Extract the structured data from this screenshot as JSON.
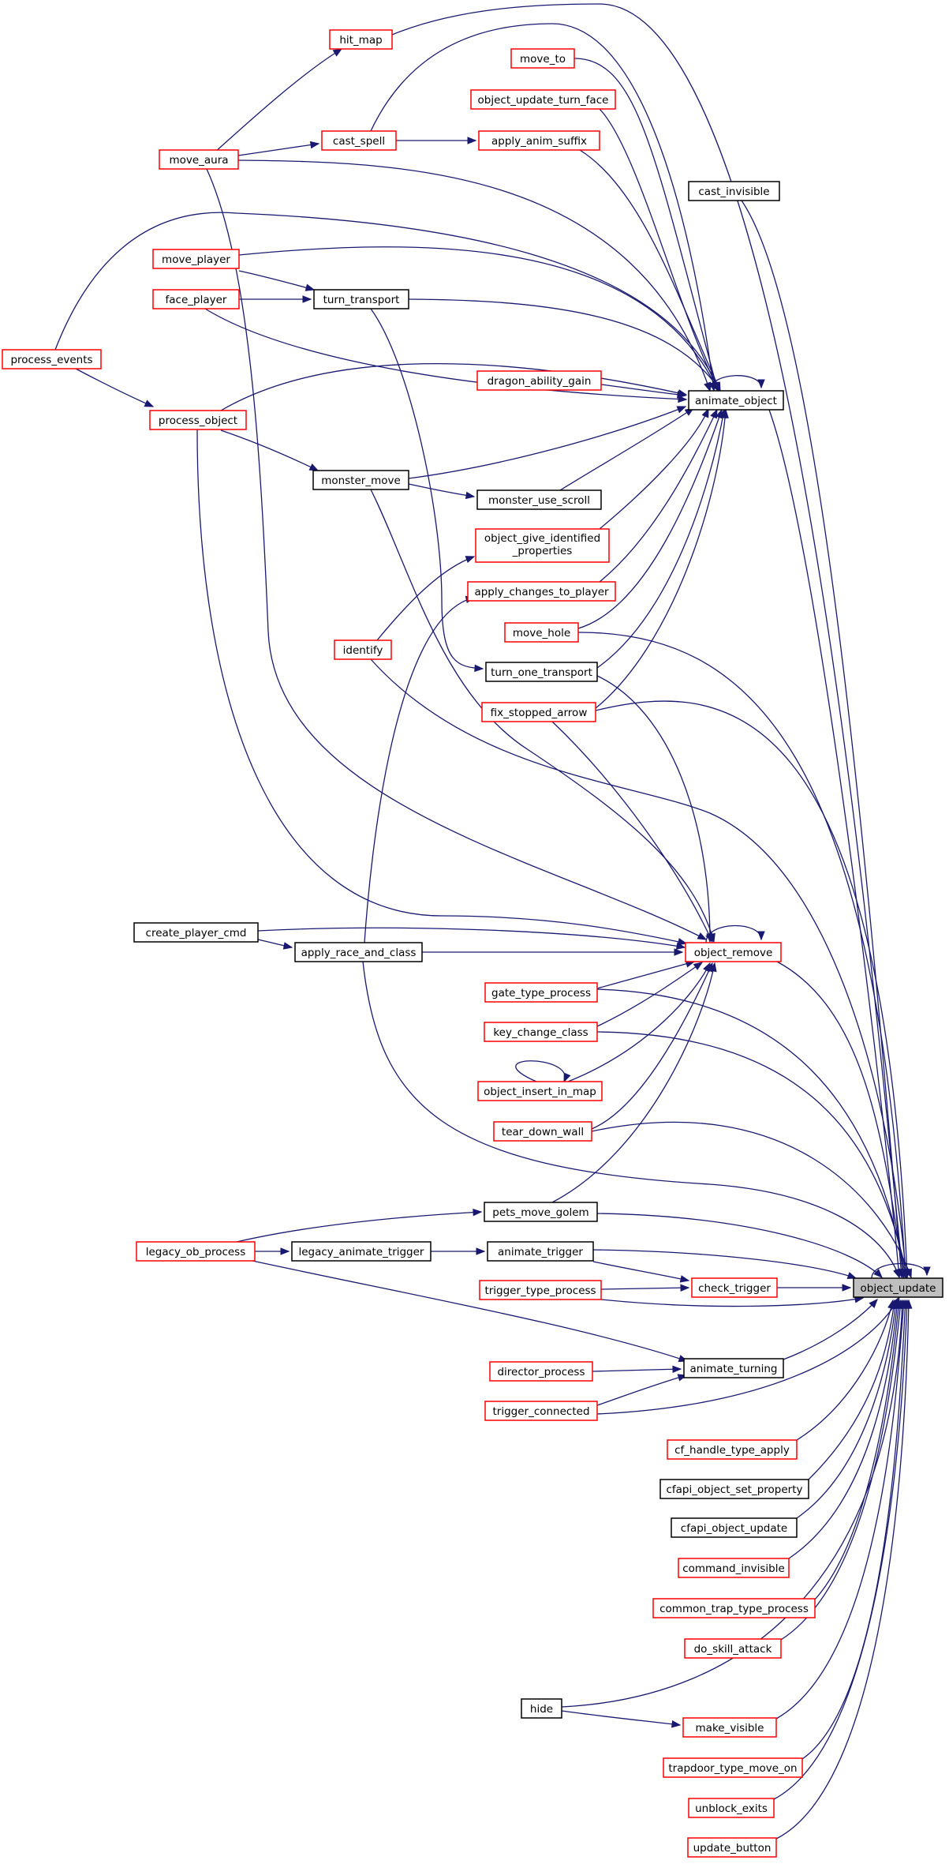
{
  "nodes": [
    {
      "id": "hit_map",
      "lines": [
        "hit_map"
      ],
      "border": "red"
    },
    {
      "id": "move_to",
      "lines": [
        "move_to"
      ],
      "border": "red"
    },
    {
      "id": "object_update_turn_face",
      "lines": [
        "object_update_turn_face"
      ],
      "border": "red"
    },
    {
      "id": "move_aura",
      "lines": [
        "move_aura"
      ],
      "border": "red"
    },
    {
      "id": "cast_spell",
      "lines": [
        "cast_spell"
      ],
      "border": "red"
    },
    {
      "id": "apply_anim_suffix",
      "lines": [
        "apply_anim_suffix"
      ],
      "border": "red"
    },
    {
      "id": "cast_invisible",
      "lines": [
        "cast_invisible"
      ],
      "border": "black"
    },
    {
      "id": "move_player",
      "lines": [
        "move_player"
      ],
      "border": "red"
    },
    {
      "id": "face_player",
      "lines": [
        "face_player"
      ],
      "border": "red"
    },
    {
      "id": "turn_transport",
      "lines": [
        "turn_transport"
      ],
      "border": "black"
    },
    {
      "id": "process_events",
      "lines": [
        "process_events"
      ],
      "border": "red"
    },
    {
      "id": "dragon_ability_gain",
      "lines": [
        "dragon_ability_gain"
      ],
      "border": "red"
    },
    {
      "id": "process_object",
      "lines": [
        "process_object"
      ],
      "border": "red"
    },
    {
      "id": "animate_object",
      "lines": [
        "animate_object"
      ],
      "border": "black"
    },
    {
      "id": "monster_move",
      "lines": [
        "monster_move"
      ],
      "border": "black"
    },
    {
      "id": "monster_use_scroll",
      "lines": [
        "monster_use_scroll"
      ],
      "border": "black"
    },
    {
      "id": "object_give_identified_properties",
      "lines": [
        "object_give_identified",
        "_properties"
      ],
      "border": "red"
    },
    {
      "id": "apply_changes_to_player",
      "lines": [
        "apply_changes_to_player"
      ],
      "border": "red"
    },
    {
      "id": "move_hole",
      "lines": [
        "move_hole"
      ],
      "border": "red"
    },
    {
      "id": "identify",
      "lines": [
        "identify"
      ],
      "border": "red"
    },
    {
      "id": "turn_one_transport",
      "lines": [
        "turn_one_transport"
      ],
      "border": "black"
    },
    {
      "id": "fix_stopped_arrow",
      "lines": [
        "fix_stopped_arrow"
      ],
      "border": "red"
    },
    {
      "id": "create_player_cmd",
      "lines": [
        "create_player_cmd"
      ],
      "border": "black"
    },
    {
      "id": "apply_race_and_class",
      "lines": [
        "apply_race_and_class"
      ],
      "border": "black"
    },
    {
      "id": "object_remove",
      "lines": [
        "object_remove"
      ],
      "border": "red"
    },
    {
      "id": "gate_type_process",
      "lines": [
        "gate_type_process"
      ],
      "border": "red"
    },
    {
      "id": "key_change_class",
      "lines": [
        "key_change_class"
      ],
      "border": "red"
    },
    {
      "id": "object_insert_in_map",
      "lines": [
        "object_insert_in_map"
      ],
      "border": "red"
    },
    {
      "id": "tear_down_wall",
      "lines": [
        "tear_down_wall"
      ],
      "border": "red"
    },
    {
      "id": "pets_move_golem",
      "lines": [
        "pets_move_golem"
      ],
      "border": "black"
    },
    {
      "id": "legacy_ob_process",
      "lines": [
        "legacy_ob_process"
      ],
      "border": "red"
    },
    {
      "id": "legacy_animate_trigger",
      "lines": [
        "legacy_animate_trigger"
      ],
      "border": "black"
    },
    {
      "id": "animate_trigger",
      "lines": [
        "animate_trigger"
      ],
      "border": "black"
    },
    {
      "id": "trigger_type_process",
      "lines": [
        "trigger_type_process"
      ],
      "border": "red"
    },
    {
      "id": "check_trigger",
      "lines": [
        "check_trigger"
      ],
      "border": "red"
    },
    {
      "id": "object_update",
      "lines": [
        "object_update"
      ],
      "border": "black",
      "target": true
    },
    {
      "id": "director_process",
      "lines": [
        "director_process"
      ],
      "border": "red"
    },
    {
      "id": "animate_turning",
      "lines": [
        "animate_turning"
      ],
      "border": "black"
    },
    {
      "id": "trigger_connected",
      "lines": [
        "trigger_connected"
      ],
      "border": "red"
    },
    {
      "id": "cf_handle_type_apply",
      "lines": [
        "cf_handle_type_apply"
      ],
      "border": "red"
    },
    {
      "id": "cfapi_object_set_property",
      "lines": [
        "cfapi_object_set_property"
      ],
      "border": "black"
    },
    {
      "id": "cfapi_object_update",
      "lines": [
        "cfapi_object_update"
      ],
      "border": "black"
    },
    {
      "id": "command_invisible",
      "lines": [
        "command_invisible"
      ],
      "border": "red"
    },
    {
      "id": "common_trap_type_process",
      "lines": [
        "common_trap_type_process"
      ],
      "border": "red"
    },
    {
      "id": "do_skill_attack",
      "lines": [
        "do_skill_attack"
      ],
      "border": "red"
    },
    {
      "id": "hide",
      "lines": [
        "hide"
      ],
      "border": "black"
    },
    {
      "id": "make_visible",
      "lines": [
        "make_visible"
      ],
      "border": "red"
    },
    {
      "id": "trapdoor_type_move_on",
      "lines": [
        "trapdoor_type_move_on"
      ],
      "border": "red"
    },
    {
      "id": "unblock_exits",
      "lines": [
        "unblock_exits"
      ],
      "border": "red"
    },
    {
      "id": "update_button",
      "lines": [
        "update_button"
      ],
      "border": "red"
    }
  ],
  "edges": [
    {
      "from": "move_aura",
      "to": "hit_map"
    },
    {
      "from": "move_aura",
      "to": "cast_spell"
    },
    {
      "from": "move_aura",
      "to": "animate_object"
    },
    {
      "from": "move_aura",
      "to": "object_remove"
    },
    {
      "from": "cast_spell",
      "to": "apply_anim_suffix"
    },
    {
      "from": "cast_spell",
      "to": "animate_object"
    },
    {
      "from": "hit_map",
      "to": "object_update"
    },
    {
      "from": "move_to",
      "to": "animate_object"
    },
    {
      "from": "object_update_turn_face",
      "to": "animate_object"
    },
    {
      "from": "apply_anim_suffix",
      "to": "animate_object"
    },
    {
      "from": "cast_invisible",
      "to": "object_update"
    },
    {
      "from": "move_player",
      "to": "turn_transport"
    },
    {
      "from": "move_player",
      "to": "animate_object"
    },
    {
      "from": "face_player",
      "to": "turn_transport"
    },
    {
      "from": "face_player",
      "to": "animate_object"
    },
    {
      "from": "turn_transport",
      "to": "animate_object"
    },
    {
      "from": "turn_transport",
      "to": "turn_one_transport"
    },
    {
      "from": "process_events",
      "to": "animate_object"
    },
    {
      "from": "process_events",
      "to": "process_object"
    },
    {
      "from": "process_object",
      "to": "animate_object"
    },
    {
      "from": "process_object",
      "to": "monster_move"
    },
    {
      "from": "process_object",
      "to": "object_remove"
    },
    {
      "from": "dragon_ability_gain",
      "to": "animate_object"
    },
    {
      "from": "animate_object",
      "to": "animate_object"
    },
    {
      "from": "animate_object",
      "to": "object_update"
    },
    {
      "from": "monster_move",
      "to": "animate_object"
    },
    {
      "from": "monster_move",
      "to": "monster_use_scroll"
    },
    {
      "from": "monster_move",
      "to": "object_remove"
    },
    {
      "from": "monster_use_scroll",
      "to": "animate_object"
    },
    {
      "from": "object_give_identified_properties",
      "to": "animate_object"
    },
    {
      "from": "apply_changes_to_player",
      "to": "animate_object"
    },
    {
      "from": "move_hole",
      "to": "animate_object"
    },
    {
      "from": "move_hole",
      "to": "object_update"
    },
    {
      "from": "turn_one_transport",
      "to": "animate_object"
    },
    {
      "from": "turn_one_transport",
      "to": "object_remove"
    },
    {
      "from": "fix_stopped_arrow",
      "to": "animate_object"
    },
    {
      "from": "fix_stopped_arrow",
      "to": "object_remove"
    },
    {
      "from": "fix_stopped_arrow",
      "to": "object_update"
    },
    {
      "from": "identify",
      "to": "object_give_identified_properties"
    },
    {
      "from": "identify",
      "to": "object_update"
    },
    {
      "from": "create_player_cmd",
      "to": "apply_race_and_class"
    },
    {
      "from": "create_player_cmd",
      "to": "object_remove"
    },
    {
      "from": "apply_race_and_class",
      "to": "apply_changes_to_player"
    },
    {
      "from": "apply_race_and_class",
      "to": "object_remove"
    },
    {
      "from": "apply_race_and_class",
      "to": "object_update"
    },
    {
      "from": "object_remove",
      "to": "object_remove"
    },
    {
      "from": "object_remove",
      "to": "object_update"
    },
    {
      "from": "gate_type_process",
      "to": "object_remove"
    },
    {
      "from": "gate_type_process",
      "to": "object_update"
    },
    {
      "from": "key_change_class",
      "to": "object_remove"
    },
    {
      "from": "key_change_class",
      "to": "object_update"
    },
    {
      "from": "object_insert_in_map",
      "to": "object_insert_in_map"
    },
    {
      "from": "object_insert_in_map",
      "to": "object_remove"
    },
    {
      "from": "tear_down_wall",
      "to": "object_remove"
    },
    {
      "from": "tear_down_wall",
      "to": "object_update"
    },
    {
      "from": "pets_move_golem",
      "to": "object_remove"
    },
    {
      "from": "pets_move_golem",
      "to": "object_update"
    },
    {
      "from": "legacy_ob_process",
      "to": "pets_move_golem"
    },
    {
      "from": "legacy_ob_process",
      "to": "legacy_animate_trigger"
    },
    {
      "from": "legacy_ob_process",
      "to": "animate_turning"
    },
    {
      "from": "legacy_animate_trigger",
      "to": "animate_trigger"
    },
    {
      "from": "animate_trigger",
      "to": "check_trigger"
    },
    {
      "from": "animate_trigger",
      "to": "object_update"
    },
    {
      "from": "trigger_type_process",
      "to": "check_trigger"
    },
    {
      "from": "trigger_type_process",
      "to": "object_update"
    },
    {
      "from": "check_trigger",
      "to": "object_update"
    },
    {
      "from": "object_update",
      "to": "object_update"
    },
    {
      "from": "director_process",
      "to": "animate_turning"
    },
    {
      "from": "trigger_connected",
      "to": "animate_turning"
    },
    {
      "from": "trigger_connected",
      "to": "object_update"
    },
    {
      "from": "animate_turning",
      "to": "object_update"
    },
    {
      "from": "cf_handle_type_apply",
      "to": "object_update"
    },
    {
      "from": "cfapi_object_set_property",
      "to": "object_update"
    },
    {
      "from": "cfapi_object_update",
      "to": "object_update"
    },
    {
      "from": "command_invisible",
      "to": "object_update"
    },
    {
      "from": "common_trap_type_process",
      "to": "object_update"
    },
    {
      "from": "do_skill_attack",
      "to": "object_update"
    },
    {
      "from": "hide",
      "to": "make_visible"
    },
    {
      "from": "hide",
      "to": "object_update"
    },
    {
      "from": "make_visible",
      "to": "object_update"
    },
    {
      "from": "trapdoor_type_move_on",
      "to": "object_update"
    },
    {
      "from": "unblock_exits",
      "to": "object_update"
    },
    {
      "from": "update_button",
      "to": "object_update"
    }
  ]
}
